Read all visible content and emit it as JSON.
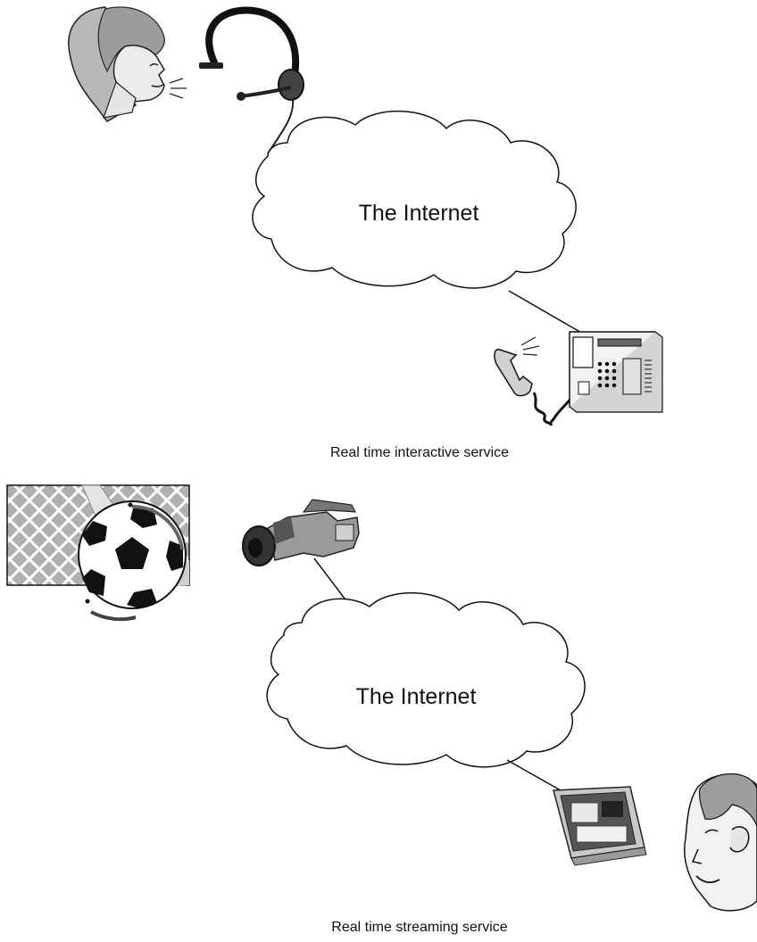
{
  "scenario_interactive": {
    "cloud_label": "The Internet",
    "caption": "Real time interactive service"
  },
  "scenario_streaming": {
    "cloud_label": "The Internet",
    "caption": "Real time streaming service"
  },
  "icons": [
    "speaking-woman-icon",
    "headset-icon",
    "desk-phone-icon",
    "soccer-goal-icon",
    "video-camera-icon",
    "media-display-icon",
    "smiling-man-icon"
  ]
}
